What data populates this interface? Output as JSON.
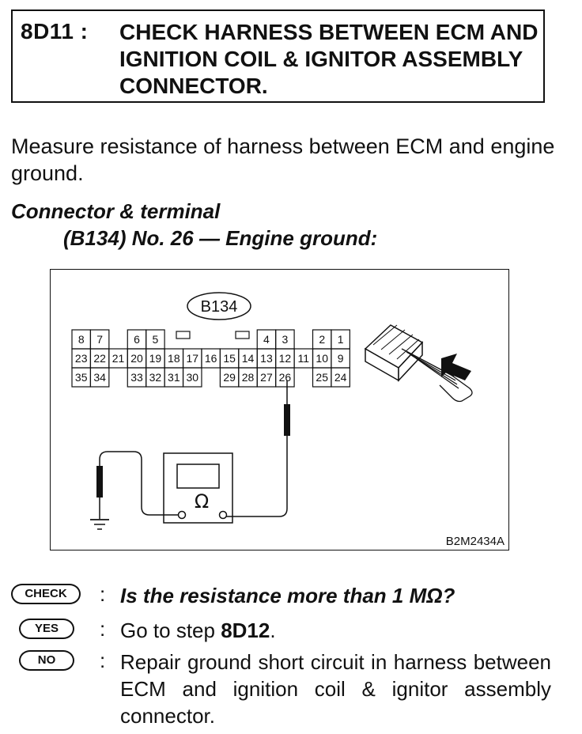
{
  "step": {
    "id": "8D11 :",
    "title": "CHECK HARNESS BETWEEN ECM AND IGNITION COIL & IGNITOR ASSEMBLY CONNECTOR."
  },
  "instruction": "Measure resistance of harness between ECM and engine ground.",
  "connector": {
    "label": "Connector & terminal",
    "detail": "(B134) No. 26 — Engine ground:"
  },
  "figure": {
    "connector_name": "B134",
    "code": "B2M2434A",
    "meter_symbol": "Ω",
    "pins_row1": [
      "8",
      "7",
      "6",
      "5",
      "4",
      "3",
      "2",
      "1"
    ],
    "pins_row2": [
      "23",
      "22",
      "21",
      "20",
      "19",
      "18",
      "17",
      "16",
      "15",
      "14",
      "13",
      "12",
      "11",
      "10",
      "9"
    ],
    "pins_row3": [
      "35",
      "34",
      "33",
      "32",
      "31",
      "30",
      "29",
      "28",
      "27",
      "26",
      "25",
      "24"
    ]
  },
  "qa": {
    "check_badge": "CHECK",
    "yes_badge": "YES",
    "no_badge": "NO",
    "separator": ":",
    "question": "Is the resistance more than 1 MΩ?",
    "yes_prefix": "Go to step ",
    "yes_step": "8D12",
    "yes_suffix": ".",
    "no_text": "Repair ground short circuit in harness between ECM and ignition coil & ignitor assembly connector."
  }
}
